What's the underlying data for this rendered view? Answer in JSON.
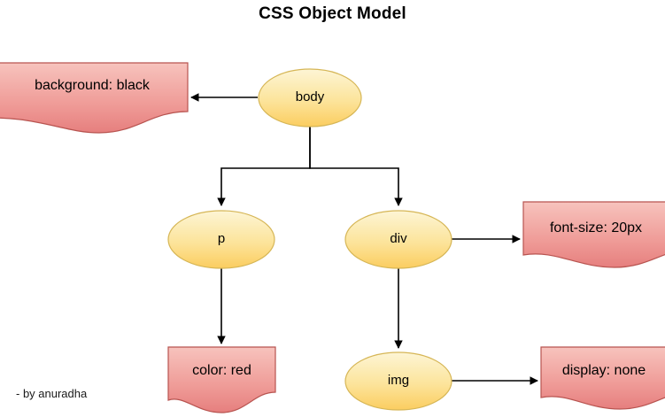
{
  "diagram": {
    "title": "CSS Object Model",
    "credit": "- by anuradha",
    "type": "tree-diagram",
    "colors": {
      "ellipse_fill_top": "#fdf3cb",
      "ellipse_fill_bottom": "#fbce63",
      "ellipse_stroke": "#d6b656",
      "document_fill_top": "#f8c4bf",
      "document_fill_bottom": "#e8807f",
      "document_stroke": "#b85450",
      "edge_stroke": "#000000",
      "background": "#ffffff",
      "text": "#000000"
    },
    "nodes": [
      {
        "id": "body",
        "label": "body",
        "shape": "ellipse"
      },
      {
        "id": "background",
        "label": "background: black",
        "shape": "document"
      },
      {
        "id": "p",
        "label": "p",
        "shape": "ellipse"
      },
      {
        "id": "div",
        "label": "div",
        "shape": "ellipse"
      },
      {
        "id": "fontsize",
        "label": "font-size: 20px",
        "shape": "document"
      },
      {
        "id": "color",
        "label": "color: red",
        "shape": "document"
      },
      {
        "id": "img",
        "label": "img",
        "shape": "ellipse"
      },
      {
        "id": "display",
        "label": "display: none",
        "shape": "document"
      }
    ],
    "edges": [
      {
        "from": "body",
        "to": "background",
        "direction": "left"
      },
      {
        "from": "body",
        "to": "p",
        "direction": "down"
      },
      {
        "from": "body",
        "to": "div",
        "direction": "down"
      },
      {
        "from": "div",
        "to": "fontsize",
        "direction": "right"
      },
      {
        "from": "p",
        "to": "color",
        "direction": "down"
      },
      {
        "from": "div",
        "to": "img",
        "direction": "down"
      },
      {
        "from": "img",
        "to": "display",
        "direction": "right"
      }
    ]
  }
}
